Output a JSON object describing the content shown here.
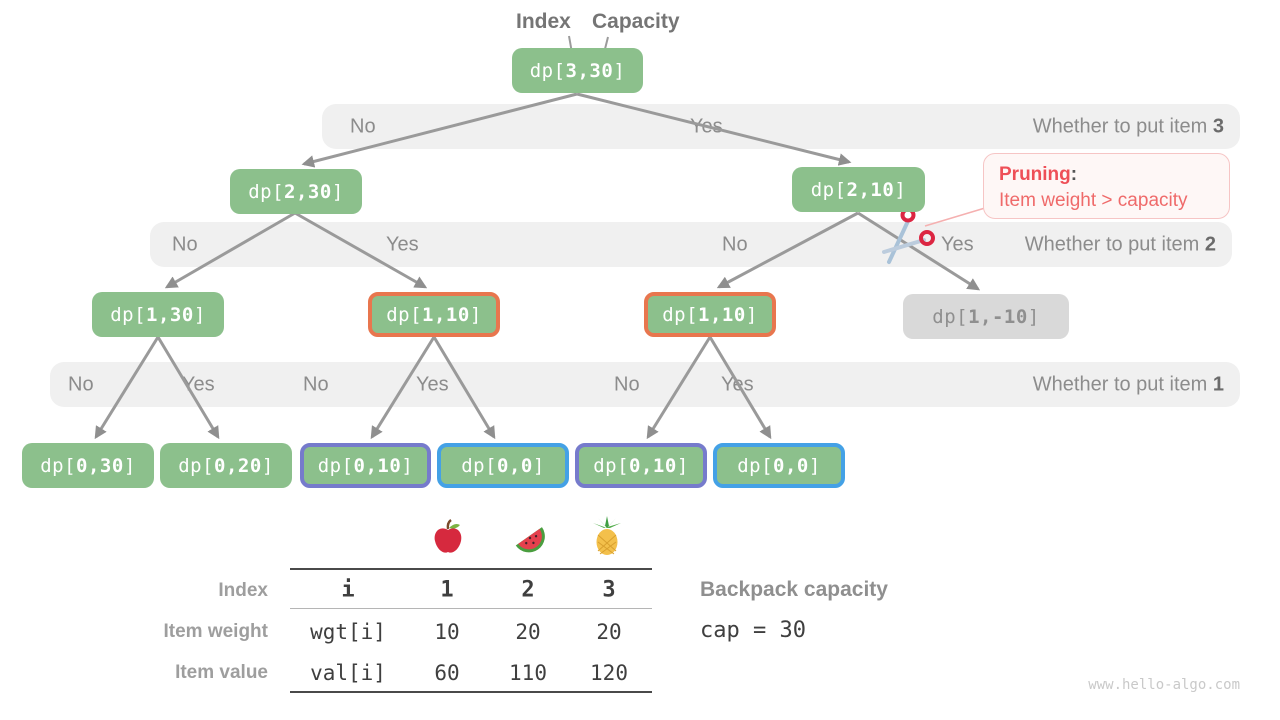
{
  "top_labels": {
    "index": "Index",
    "capacity": "Capacity"
  },
  "colors": {
    "node_green": "#8cc08c",
    "node_gray_bg": "#d9d9d9",
    "border_orange": "#e8764e",
    "border_purple": "#767bcc",
    "border_blue": "#44a1e6",
    "band_bg": "#f0f0f0",
    "edge_gray": "#9a9a9a",
    "pruning_red": "#ee4f57"
  },
  "tree": {
    "nodes": [
      {
        "pre": "dp[",
        "num": "3,30",
        "post": "]"
      },
      {
        "pre": "dp[",
        "num": "2,30",
        "post": "]"
      },
      {
        "pre": "dp[",
        "num": "2,10",
        "post": "]"
      },
      {
        "pre": "dp[",
        "num": "1,30",
        "post": "]"
      },
      {
        "pre": "dp[",
        "num": "1,10",
        "post": "]"
      },
      {
        "pre": "dp[",
        "num": "1,10",
        "post": "]"
      },
      {
        "pre": "dp[",
        "num": "1,-10",
        "post": "]"
      },
      {
        "pre": "dp[",
        "num": "0,30",
        "post": "]"
      },
      {
        "pre": "dp[",
        "num": "0,20",
        "post": "]"
      },
      {
        "pre": "dp[",
        "num": "0,10",
        "post": "]"
      },
      {
        "pre": "dp[",
        "num": "0,0",
        "post": "]"
      },
      {
        "pre": "dp[",
        "num": "0,10",
        "post": "]"
      },
      {
        "pre": "dp[",
        "num": "0,0",
        "post": "]"
      }
    ],
    "bands": [
      {
        "no1": "No",
        "yes1": "Yes",
        "question": "Whether to put item ",
        "item": "3"
      },
      {
        "no1": "No",
        "yes1": "Yes",
        "no2": "No",
        "yes2": "Yes",
        "question": "Whether to put item ",
        "item": "2"
      },
      {
        "no1": "No",
        "yes1": "Yes",
        "no2": "No",
        "yes2": "Yes",
        "no3": "No",
        "yes3": "Yes",
        "question": "Whether to put item ",
        "item": "1"
      }
    ]
  },
  "pruning": {
    "title": "Pruning",
    "colon": ":",
    "body": "Item weight > capacity"
  },
  "table": {
    "fruits": [
      "apple-icon",
      "watermelon-icon",
      "pineapple-icon"
    ],
    "row_labels": [
      "Index",
      "Item weight",
      "Item value"
    ],
    "header": [
      "i",
      "1",
      "2",
      "3"
    ],
    "weight_row": [
      "wgt[i]",
      "10",
      "20",
      "20"
    ],
    "value_row": [
      "val[i]",
      "60",
      "110",
      "120"
    ]
  },
  "backpack": {
    "label": "Backpack capacity",
    "code": "cap = 30"
  },
  "watermark": "www.hello-algo.com",
  "chart_data": {
    "type": "table",
    "title": "0-1 knapsack brute-force search tree with pruning",
    "columns": [
      "i",
      "1",
      "2",
      "3"
    ],
    "rows": [
      {
        "label": "Item weight",
        "name": "wgt[i]",
        "values": [
          10,
          20,
          20
        ]
      },
      {
        "label": "Item value",
        "name": "val[i]",
        "values": [
          60,
          110,
          120
        ]
      }
    ],
    "capacity": 30
  }
}
